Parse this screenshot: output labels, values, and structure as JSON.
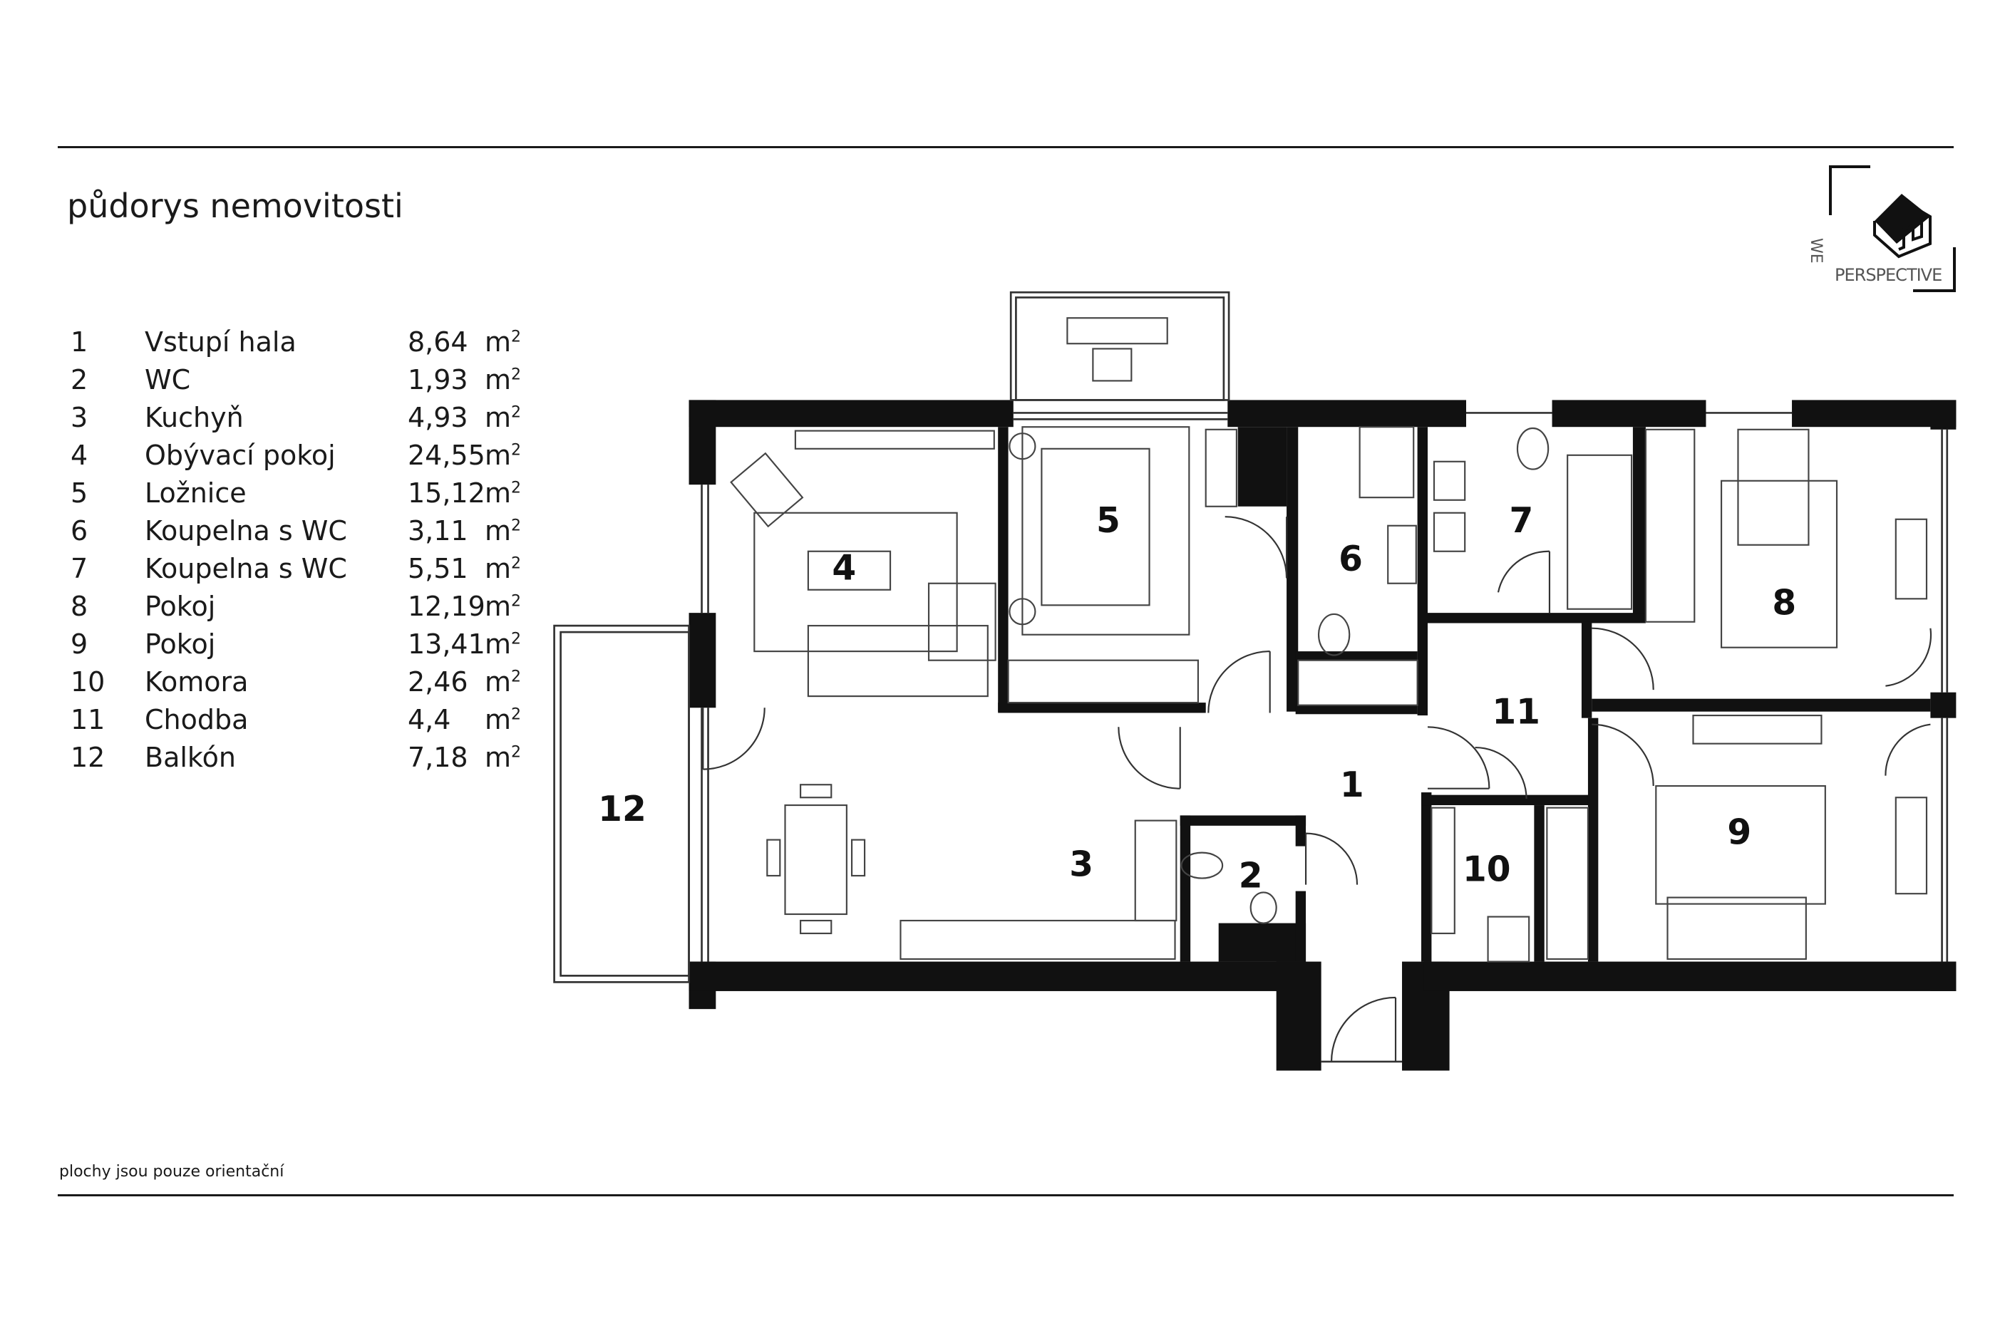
{
  "title": "půdorys nemovitosti",
  "rooms": [
    {
      "num": "1",
      "name": "Vstupí hala",
      "area": "8,64",
      "unit": "m",
      "sup": "2"
    },
    {
      "num": "2",
      "name": "WC",
      "area": "1,93",
      "unit": "m",
      "sup": "2"
    },
    {
      "num": "3",
      "name": "Kuchyň",
      "area": "4,93",
      "unit": "m",
      "sup": "2"
    },
    {
      "num": "4",
      "name": "Obývací pokoj",
      "area": "24,55",
      "unit": "m",
      "sup": "2"
    },
    {
      "num": "5",
      "name": "Ložnice",
      "area": "15,12",
      "unit": "m",
      "sup": "2"
    },
    {
      "num": "6",
      "name": "Koupelna s WC",
      "area": "3,11",
      "unit": "m",
      "sup": "2"
    },
    {
      "num": "7",
      "name": "Koupelna s WC",
      "area": "5,51",
      "unit": "m",
      "sup": "2"
    },
    {
      "num": "8",
      "name": "Pokoj",
      "area": "12,19",
      "unit": "m",
      "sup": "2"
    },
    {
      "num": "9",
      "name": "Pokoj",
      "area": "13,41",
      "unit": "m",
      "sup": "2"
    },
    {
      "num": "10",
      "name": "Komora",
      "area": "2,46",
      "unit": "m",
      "sup": "2"
    },
    {
      "num": "11",
      "name": "Chodba",
      "area": "4,4",
      "unit": "m",
      "sup": "2"
    },
    {
      "num": "12",
      "name": "Balkón",
      "area": "7,18",
      "unit": "m",
      "sup": "2"
    }
  ],
  "footer": "plochy jsou pouze orientační",
  "logo": {
    "line1": "WE",
    "line2": "PERSPECTIVE"
  }
}
